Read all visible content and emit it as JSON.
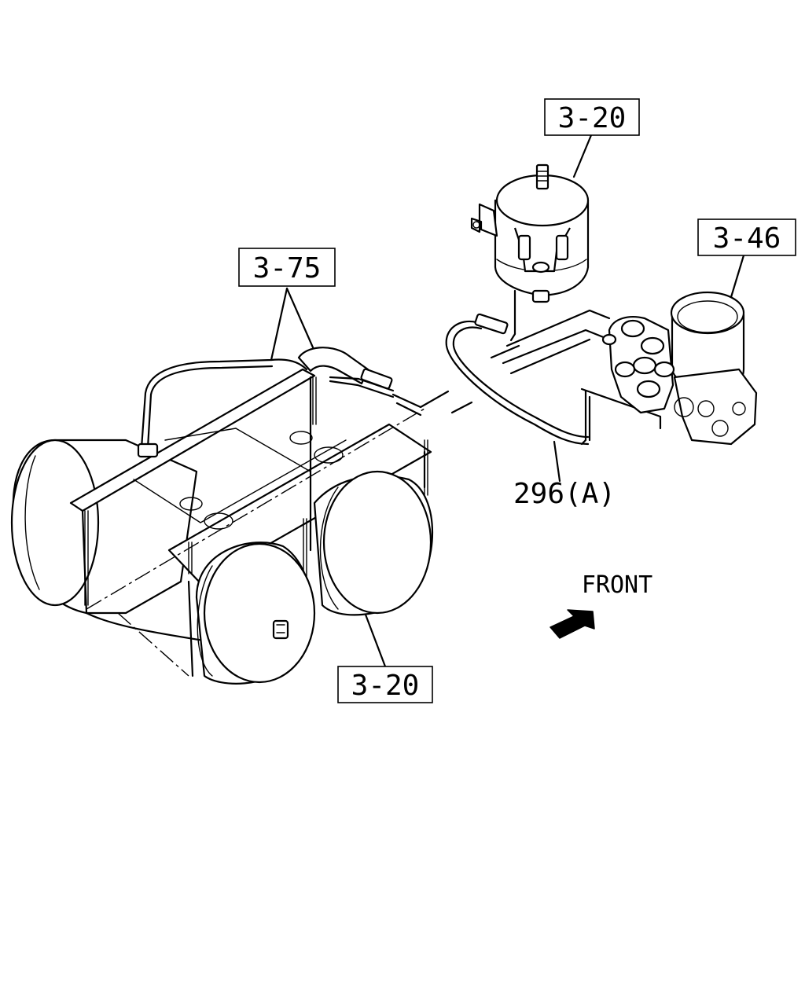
{
  "labels": {
    "tank_top": "3-20",
    "dryer": "3-46",
    "hose": "3-75",
    "pipe": "296(A)",
    "tank_bottom": "3-20",
    "front": "FRONT"
  },
  "icons": {
    "front_arrow": "arrow-up-right-icon"
  }
}
